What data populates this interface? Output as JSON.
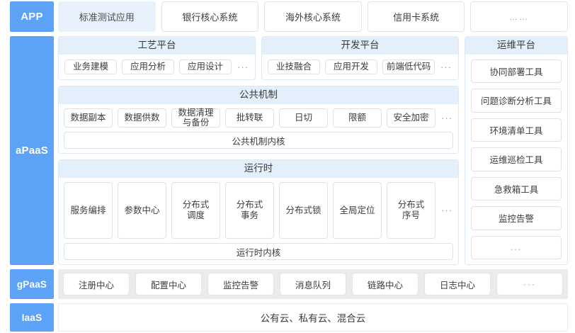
{
  "layers": {
    "app": {
      "tag": "APP",
      "items": [
        {
          "label": "标准测试应用",
          "highlight": true
        },
        {
          "label": "银行核心系统",
          "highlight": false
        },
        {
          "label": "海外核心系统",
          "highlight": false
        },
        {
          "label": "信用卡系统",
          "highlight": false
        },
        {
          "label": "……",
          "highlight": false
        }
      ]
    },
    "apaas": {
      "tag": "aPaaS",
      "platforms": [
        {
          "title": "工艺平台",
          "items": [
            "业务建模",
            "应用分析",
            "应用设计"
          ],
          "more": "···"
        },
        {
          "title": "开发平台",
          "items": [
            "业技融合",
            "应用开发",
            "前端低代码"
          ],
          "more": "···"
        }
      ],
      "mechanism": {
        "title": "公共机制",
        "items": [
          "数据副本",
          "数据供数",
          "数据清理\n与备份",
          "批转联",
          "日切",
          "限额",
          "安全加密"
        ],
        "more": "···",
        "kernel": "公共机制内核"
      },
      "runtime": {
        "title": "运行时",
        "items": [
          "服务编排",
          "参数中心",
          "分布式\n调度",
          "分布式\n事务",
          "分布式锁",
          "全局定位",
          "分布式\n序号"
        ],
        "more": "···",
        "kernel": "运行时内核"
      },
      "ops": {
        "title": "运维平台",
        "items": [
          "协同部署工具",
          "问题诊断分析工具",
          "环境清单工具",
          "运维巡检工具",
          "急救箱工具",
          "监控告警",
          "..."
        ]
      }
    },
    "gpaas": {
      "tag": "gPaaS",
      "items": [
        "注册中心",
        "配置中心",
        "监控告警",
        "消息队列",
        "链路中心",
        "日志中心",
        "···"
      ]
    },
    "iaas": {
      "tag": "IaaS",
      "text": "公有云、私有云、混合云"
    }
  },
  "colors": {
    "tag_blue": "#5ca2f7",
    "title_bar": "#e3f0fb",
    "highlight": "#e7f1fb",
    "gpaas_bg": "#ebebeb"
  }
}
